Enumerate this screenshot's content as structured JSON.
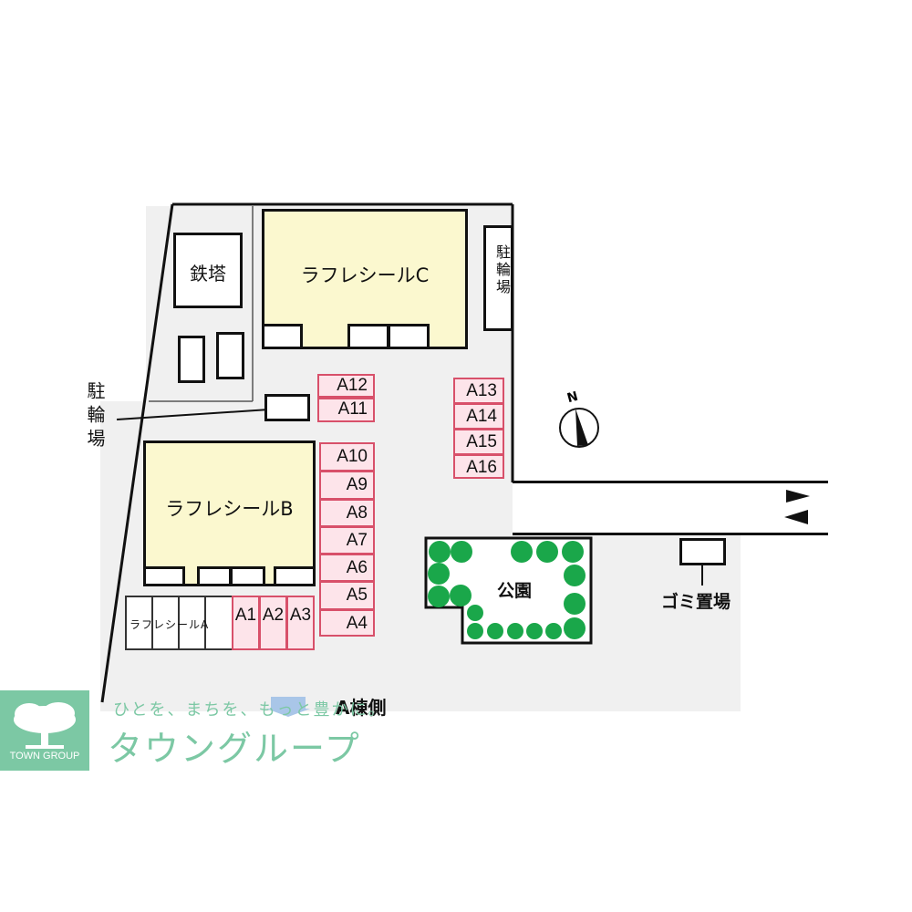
{
  "map": {
    "buildings": {
      "C": {
        "label": "ラフレシールC"
      },
      "B": {
        "label": "ラフレシールB"
      },
      "A": {
        "label": "ラフレシールA"
      }
    },
    "tower": {
      "label": "鉄塔"
    },
    "bike_parking_right": {
      "label": "駐輪場"
    },
    "bike_parking_left": {
      "label": "駐輪場"
    },
    "park": {
      "label": "公園"
    },
    "garbage": {
      "label": "ゴミ置場"
    },
    "compass": {
      "label": "N"
    },
    "a_side": {
      "label": "A棟側"
    },
    "parking": {
      "right_column_top": [
        "A12",
        "A11"
      ],
      "right_column": [
        "A10",
        "A9",
        "A8",
        "A7",
        "A6",
        "A5",
        "A4"
      ],
      "bottom_row": [
        "A1",
        "A2",
        "A3"
      ],
      "far_column": [
        "A13",
        "A14",
        "A15",
        "A16"
      ]
    },
    "colors": {
      "building": "#fbf8cf",
      "parking": "#fde4ea",
      "parking_border": "#d8506a",
      "tree": "#1aa74a",
      "lot": "#f0f0f0"
    }
  },
  "branding": {
    "logo_text": "TOWN GROUP",
    "slogan": "ひとを、まちを、もっと豊かに。",
    "name": "タウングループ",
    "color": "#7cc8a4"
  }
}
